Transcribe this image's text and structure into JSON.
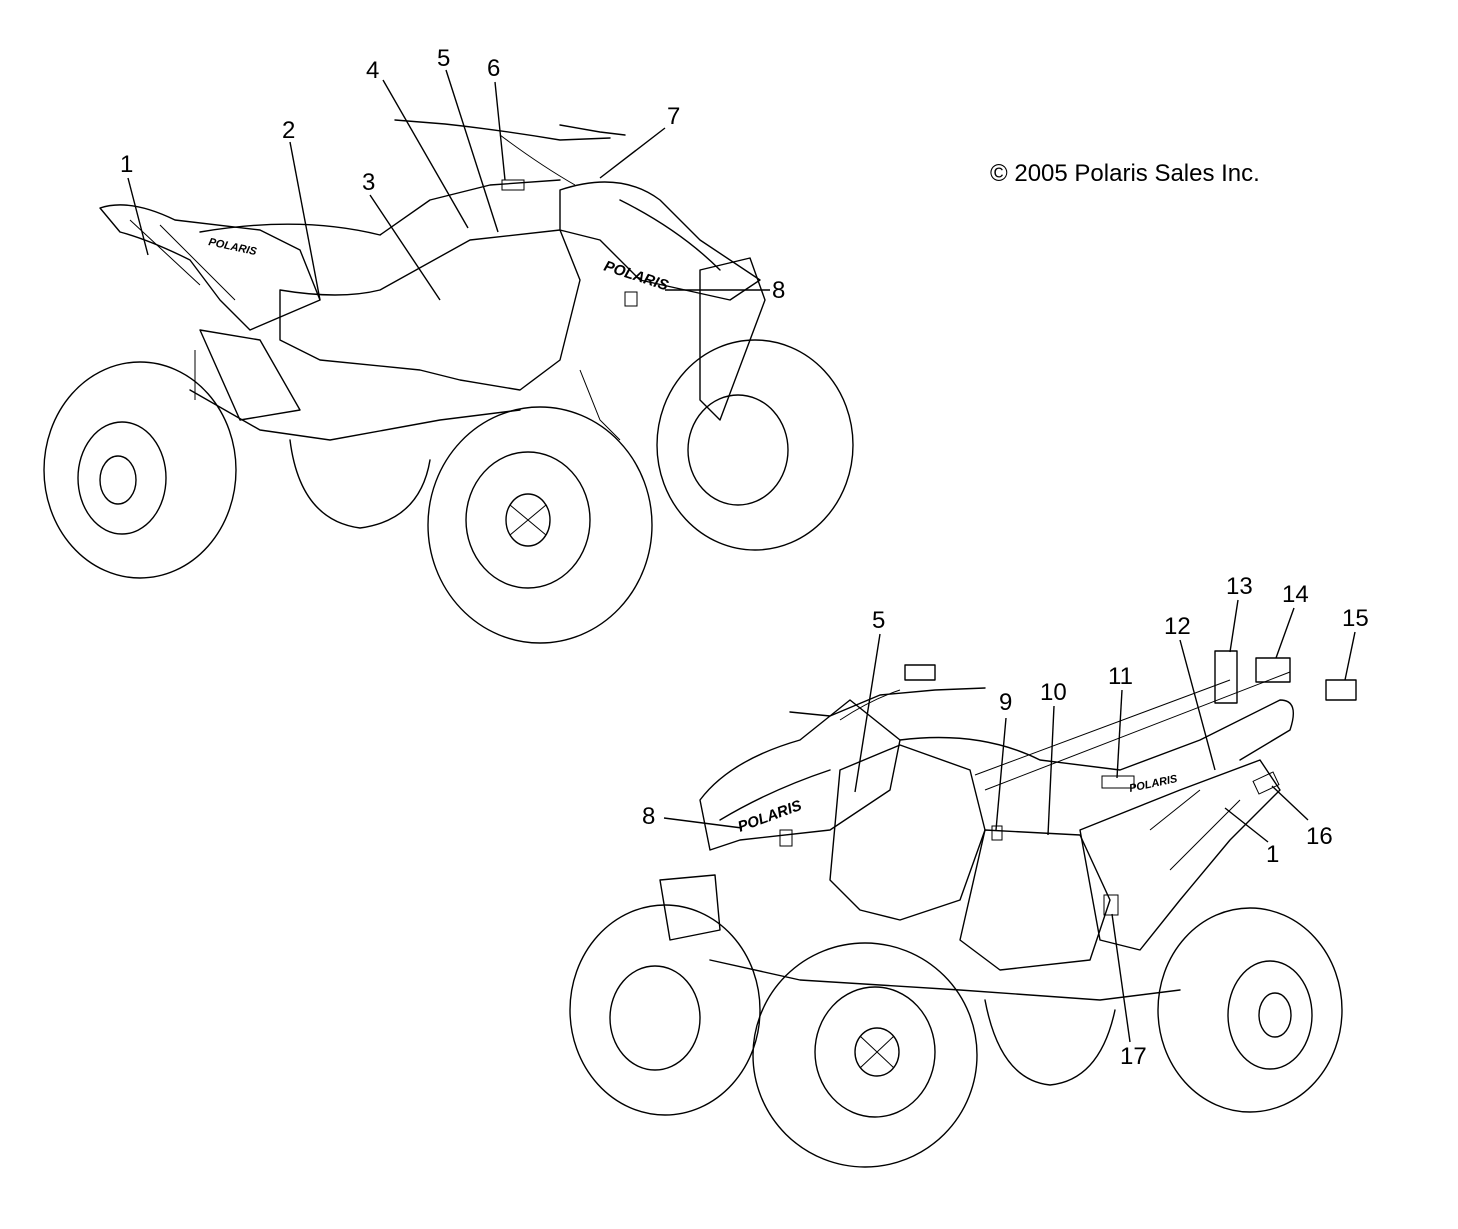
{
  "copyright": "© 2005 Polaris Sales Inc.",
  "brand_decal_text": "POLARIS",
  "callouts_top": [
    "1",
    "2",
    "3",
    "4",
    "5",
    "6",
    "7",
    "8"
  ],
  "callouts_bottom": [
    "5",
    "8",
    "9",
    "10",
    "11",
    "12",
    "13",
    "14",
    "15",
    "16",
    "1",
    "17"
  ],
  "icons": [
    "atv-front-left-view",
    "atv-front-right-view"
  ],
  "colors": {
    "line": "#000000",
    "background": "#ffffff"
  }
}
